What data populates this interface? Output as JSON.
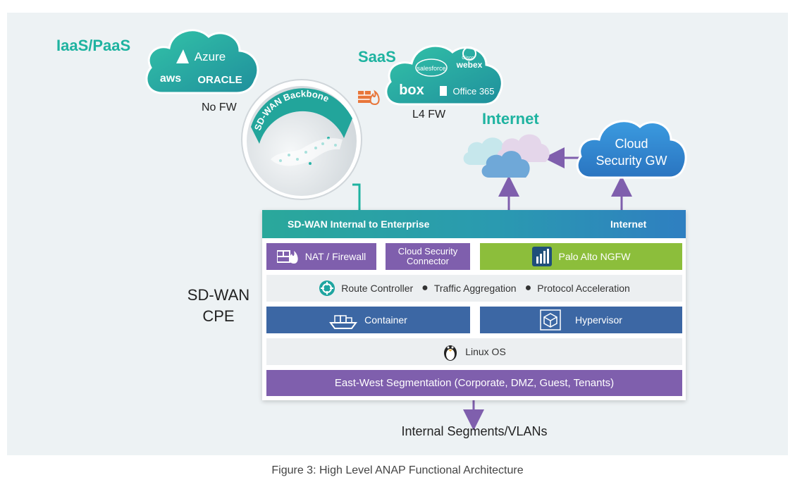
{
  "iaas": {
    "title": "IaaS/PaaS",
    "azure": "Azure",
    "aws": "aws",
    "oracle": "ORACLE",
    "fw": "No FW"
  },
  "saas": {
    "title": "SaaS",
    "salesforce": "salesforce",
    "cisco": "Cisco",
    "webex": "webex",
    "box": "box",
    "office": "Office 365",
    "fw": "L4 FW"
  },
  "backbone": {
    "label": "SD-WAN Backbone"
  },
  "internet": {
    "title": "Internet"
  },
  "cloud_gw": {
    "line1": "Cloud",
    "line2": "Security GW"
  },
  "cpe_label": {
    "line1": "SD-WAN",
    "line2": "CPE"
  },
  "cpe": {
    "header_left": "SD-WAN Internal to Enterprise",
    "header_right": "Internet",
    "nat": "NAT / Firewall",
    "csc_line1": "Cloud Security",
    "csc_line2": "Connector",
    "palo": "Palo Alto NGFW",
    "route": "Route Controller",
    "traffic": "Traffic Aggregation",
    "protocol": "Protocol Acceleration",
    "container": "Container",
    "hypervisor": "Hypervisor",
    "linux": "Linux OS",
    "segmentation": "East-West Segmentation (Corporate, DMZ, Guest, Tenants)"
  },
  "internal": {
    "label": "Internal Segments/VLANs"
  },
  "caption": "Figure 3: High Level ANAP Functional Architecture",
  "colors": {
    "teal": "#1eb3a0",
    "purple": "#7f5fad",
    "green": "#8cbe3b",
    "blue": "#3c67a4",
    "cloud_blue": "#2f86cf"
  }
}
